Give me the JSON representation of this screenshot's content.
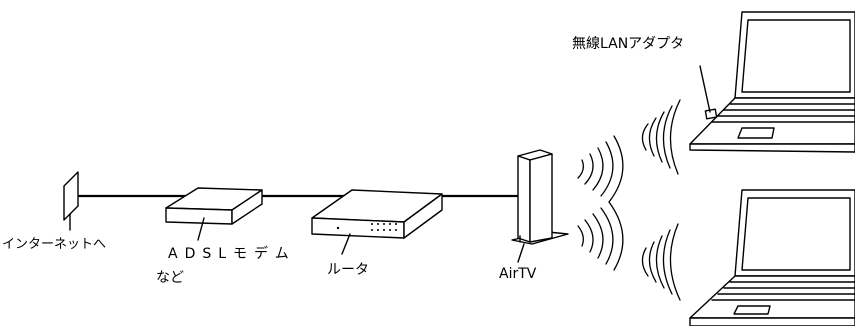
{
  "labels": {
    "internet": "インターネットへ",
    "adsl_line1": "ADSLモデム",
    "adsl_line2": "など",
    "router": "ルータ",
    "airtv": "AirTV",
    "wireless_adapter": "無線LANアダプタ"
  }
}
